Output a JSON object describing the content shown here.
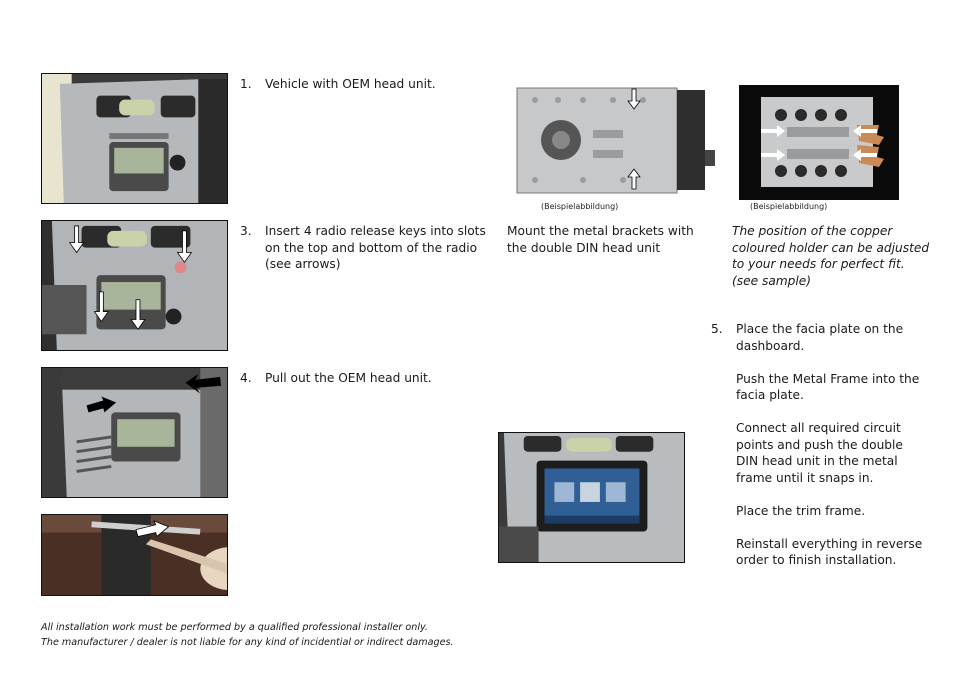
{
  "steps": {
    "s1": {
      "num": "1.",
      "text": "Vehicle with OEM head unit."
    },
    "s3": {
      "num": "3.",
      "lines": [
        "Insert 4 radio release keys into slots",
        "on the top and bottom of the radio",
        "(see arrows)"
      ]
    },
    "s4": {
      "num": "4.",
      "text": "Pull out the OEM head unit."
    },
    "s5": {
      "num": "5.",
      "paragraphs": [
        [
          "Place the facia plate on the",
          "dashboard."
        ],
        [
          "Push the Metal Frame into the",
          "facia plate."
        ],
        [
          "Connect all required circuit",
          "points and push the double",
          "DIN head unit in the metal",
          "frame until it snaps in."
        ],
        [
          "Place the trim frame."
        ],
        [
          "Reinstall everything in  reverse",
          "order to finish installation."
        ]
      ]
    }
  },
  "mount_text": [
    "Mount the metal brackets with",
    "the double DIN head unit"
  ],
  "copper_text": [
    "The position of the copper",
    "coloured holder can be adjusted",
    "to your needs for perfect fit.",
    "(see sample)"
  ],
  "captions": {
    "bracket": "(Beispielabbildung)",
    "holder": "(Beispielabbildung)"
  },
  "disclaimer": [
    "All installation work must be performed by a qualified professional installer only.",
    "The manufacturer / dealer is not liable for any kind of incidential or indirect damages."
  ],
  "colors": {
    "text": "#1a1a1a",
    "dash_dark": "#2a2a2a",
    "dash_silver": "#b9bcbf",
    "screen_blue": "#2f5f95",
    "copper": "#c98a55"
  }
}
